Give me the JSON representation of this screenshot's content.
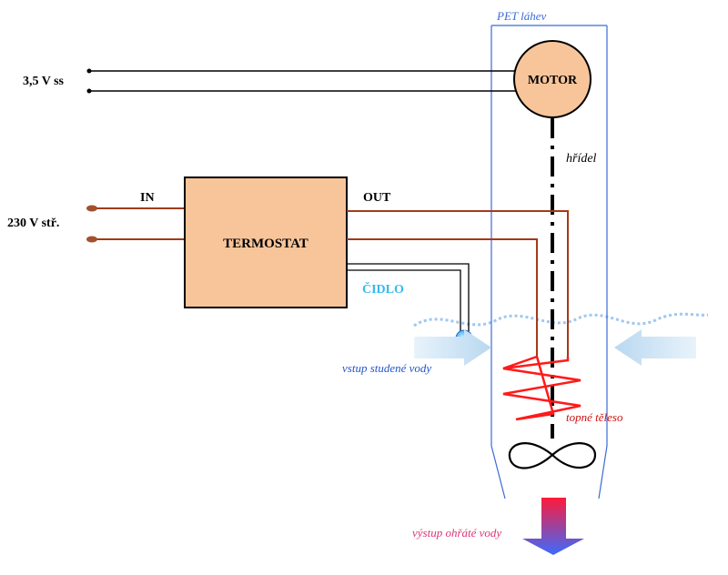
{
  "labels": {
    "dc_supply": "3,5 V ss",
    "ac_supply": "230 V stř.",
    "input": "IN",
    "output": "OUT",
    "thermostat": "TERMOSTAT",
    "sensor": "ČIDLO",
    "motor": "MOTOR",
    "bottle": "PET láhev",
    "shaft": "hřídel",
    "cold_water_in": "vstup studené vody",
    "heating_element": "topné těleso",
    "warm_water_out": "výstup ohřáté vody"
  },
  "colors": {
    "wire_dc": "#000000",
    "wire_ac": "#a33a1a",
    "terminal": "#a0522d",
    "box_fill": "#f8c59a",
    "motor_fill": "#f8c59a",
    "bottle_outline": "#3a6bd8",
    "heater": "#ff1a1a",
    "water_level": "#9ec8f0",
    "sensor_label": "#33bbee",
    "cold_label": "#2255cc",
    "heater_label": "#cc1111",
    "warm_label": "#dd3377",
    "arrow_in": "#cfe5f7",
    "arrow_out_top": "#ff1a3a",
    "arrow_out_bottom": "#3a6bff"
  }
}
